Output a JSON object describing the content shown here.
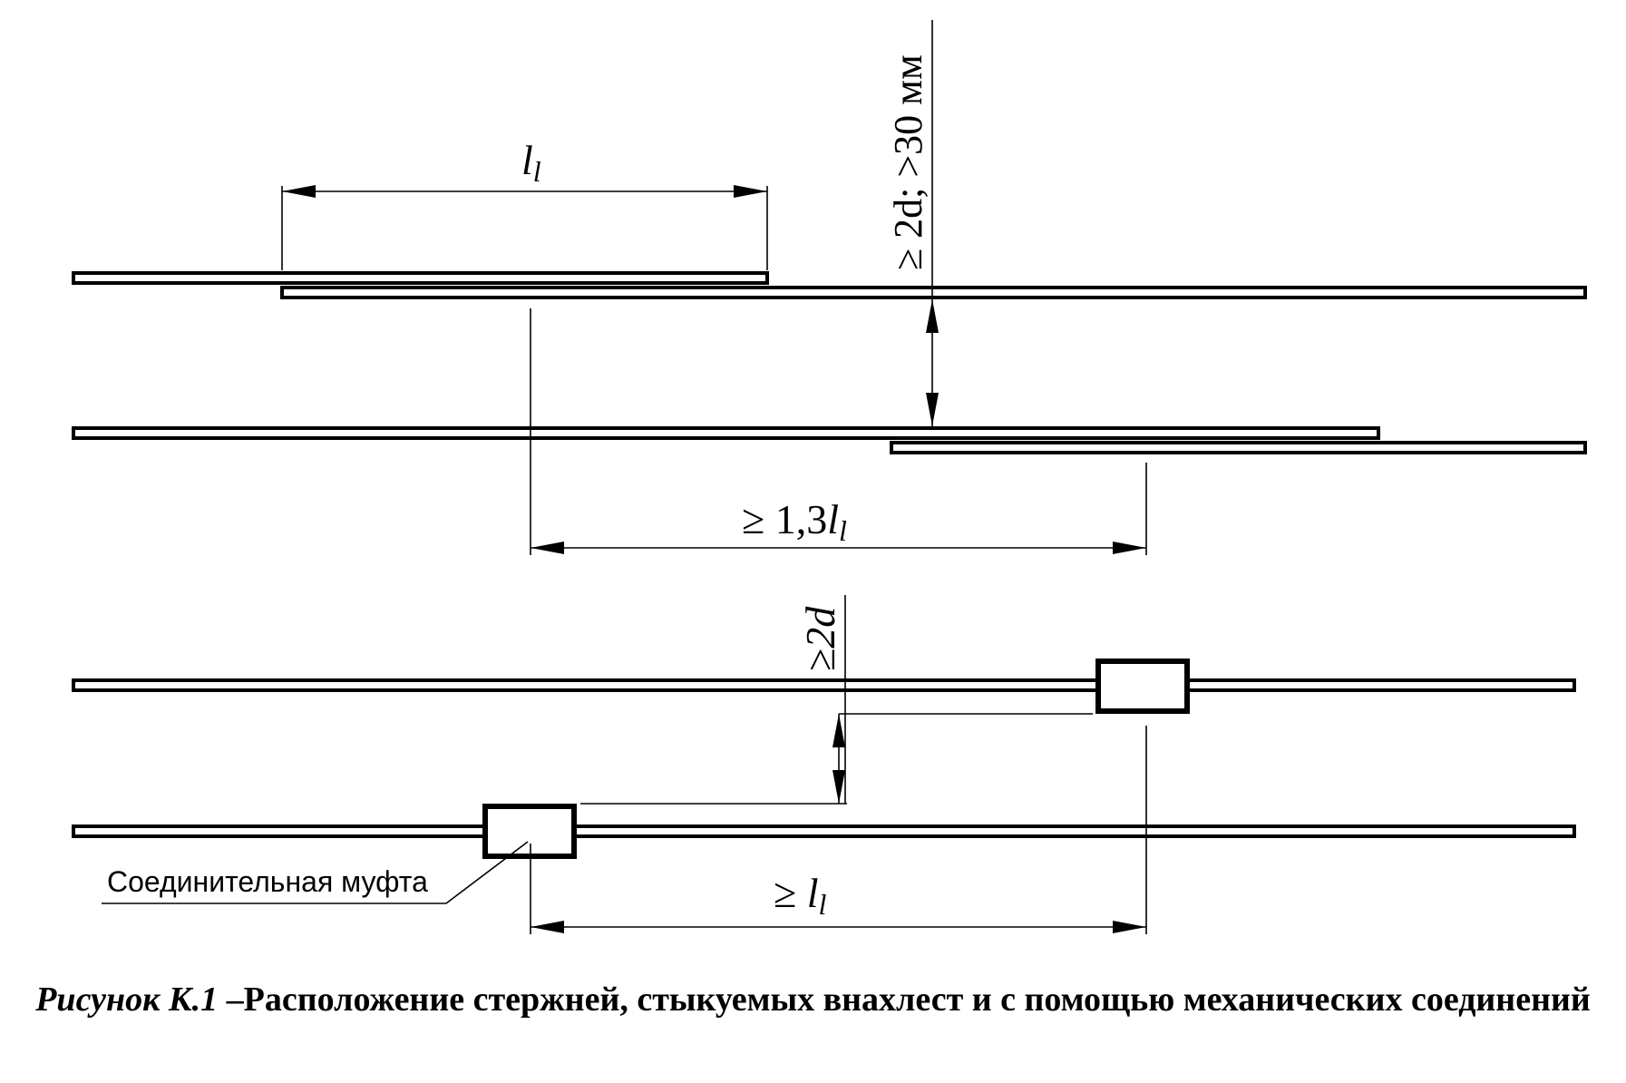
{
  "dimensions": {
    "lap_length": {
      "main": "l",
      "sub": "l"
    },
    "vertical_spacing_lap": "≥ 2d; >30 мм",
    "lap_offset": {
      "prefix": "≥  1,3",
      "main": "l",
      "sub": "l"
    },
    "vertical_spacing_coupler": "≥2d",
    "coupler_offset": {
      "prefix": "≥ ",
      "main": "l",
      "sub": "l"
    }
  },
  "labels": {
    "coupler": "Соединительная муфта"
  },
  "caption": {
    "figure_number": "Рисунок К.1",
    "title": " –Расположение стержней, стыкуемых внахлест и с помощью механических соединений"
  }
}
